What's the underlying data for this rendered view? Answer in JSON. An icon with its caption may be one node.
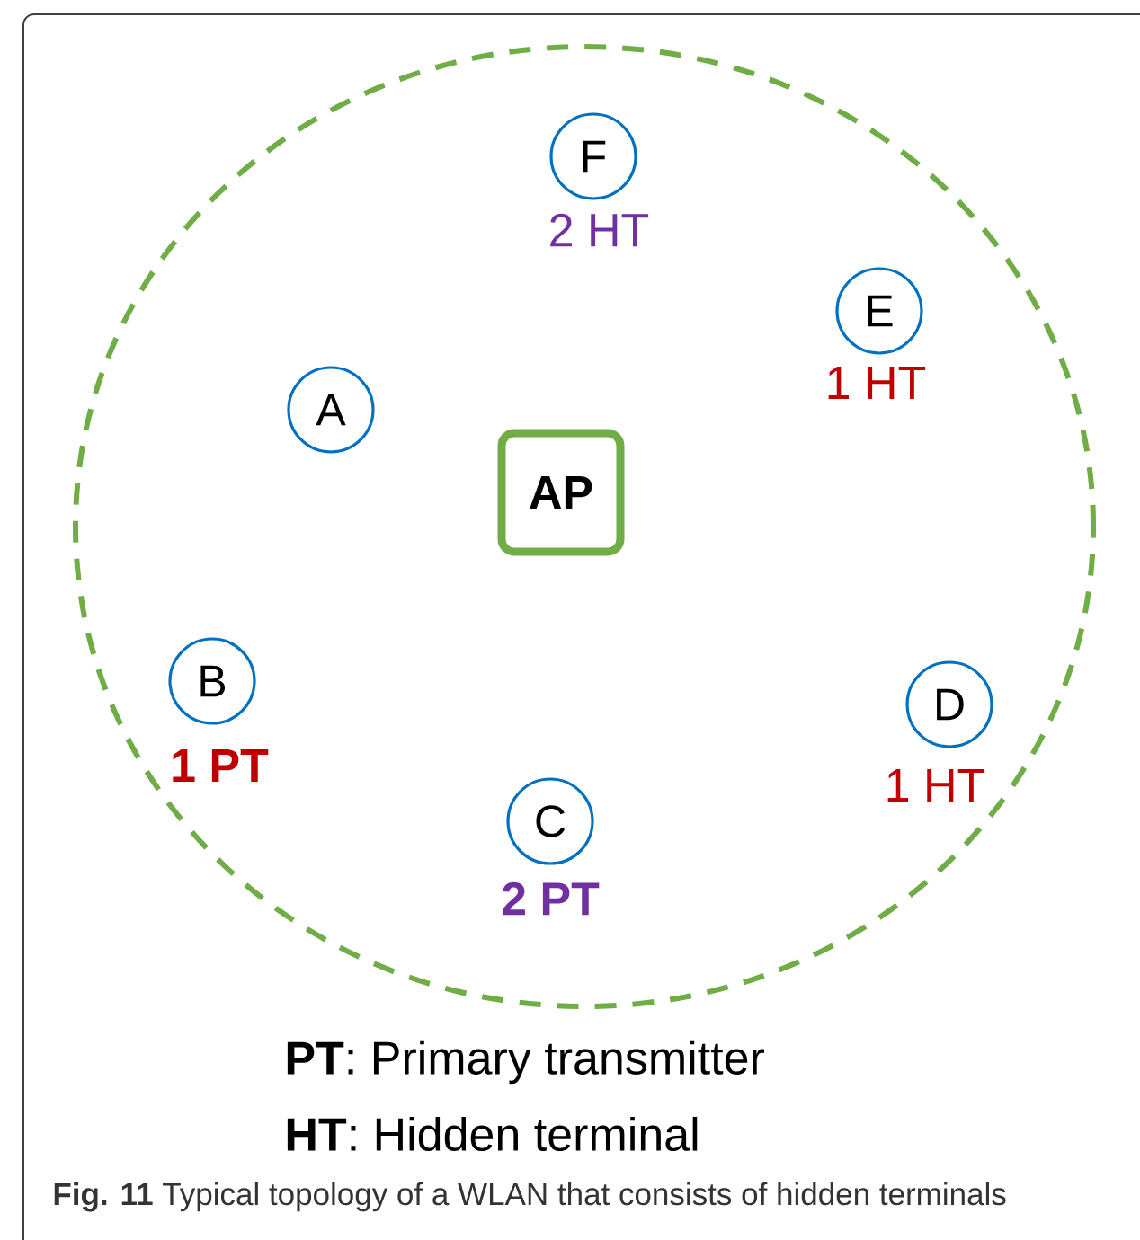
{
  "diagram": {
    "caption": "**Fig. 11** Typical topology of a WLAN that consists of hidden terminals",
    "nodes": [
      {
        "text": [],
        "shape": "circle"
      },
      {
        "text": [
          "F"
        ],
        "in": 0,
        "beside": [
          "2 HT"
        ]
      },
      {
        "text": [
          "E"
        ],
        "in": 0,
        "beside": [
          "1 HT"
        ]
      },
      {
        "text": [
          "A"
        ],
        "in": 0
      },
      {
        "text": [
          "AP"
        ],
        "in": 0
      },
      {
        "text": [
          "B"
        ],
        "in": 0,
        "beside": [
          "1 PT"
        ]
      },
      {
        "text": [
          "D"
        ],
        "in": 0,
        "beside": [
          "1 HT"
        ]
      },
      {
        "text": [
          "C"
        ],
        "in": 0,
        "beside": [
          "2 PT"
        ]
      }
    ],
    "labels": [
      "**PT**: Primary transmitter",
      "**HT**: Hidden terminal"
    ]
  }
}
